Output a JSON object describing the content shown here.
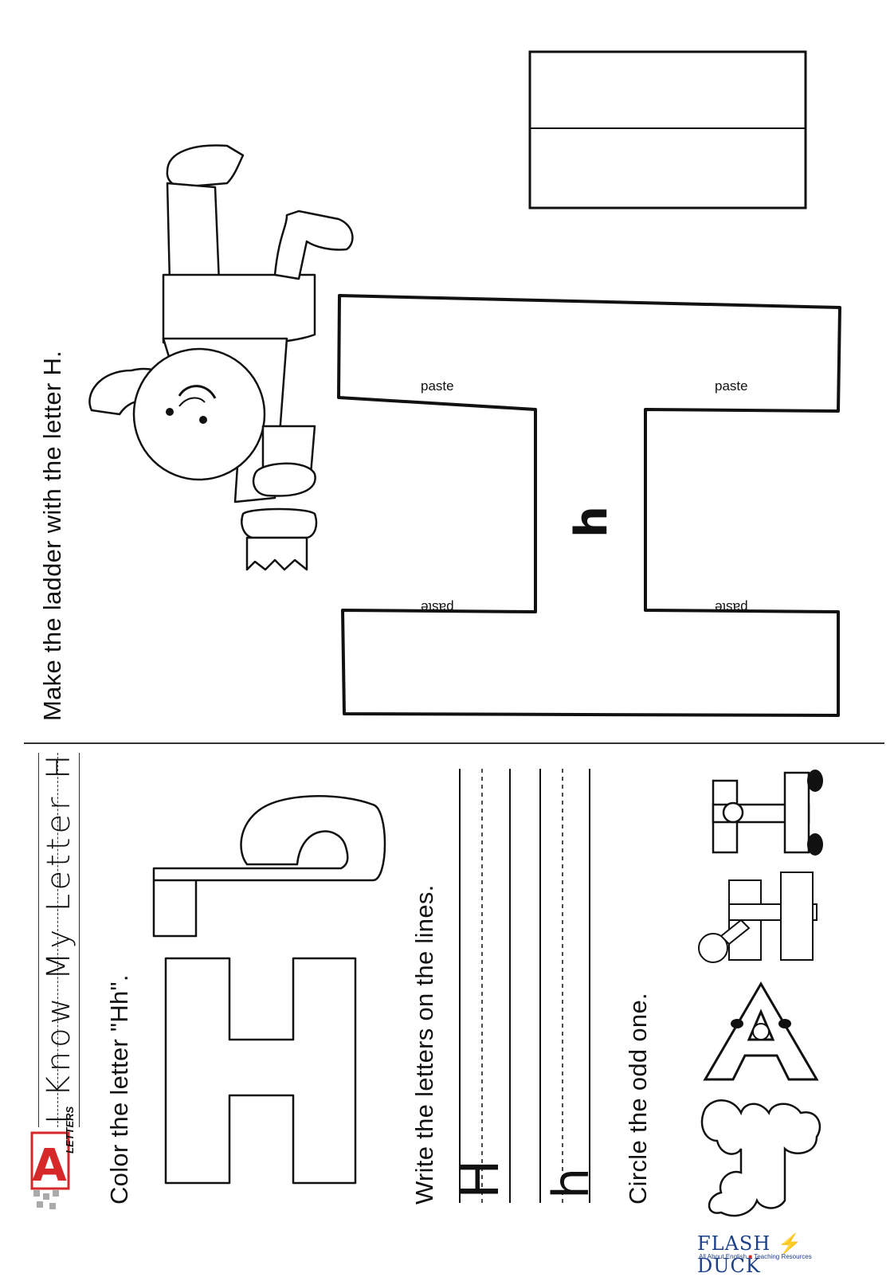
{
  "top_section": {
    "instruction": "Make the ladder with the letter H.",
    "instruction_prefix": "Make the ladder with the letter ",
    "instruction_bold": "H.",
    "center_letter": "h",
    "paste_labels": [
      "paste",
      "paste",
      "paste",
      "paste"
    ]
  },
  "bottom_section": {
    "title": "I Know My Letter H",
    "logo_text": "LETTERS",
    "color_instruction": "Color the letter \"Hh\".",
    "outline_letters": "Hh",
    "write_instruction": "Write the letters on the lines.",
    "trace_upper": "H",
    "trace_lower": "h",
    "circle_instruction": "Circle the odd one.",
    "brand": {
      "name_left": "FLASH",
      "name_right": "DUCK",
      "tagline_left": "All About English",
      "tagline_right": "Teaching Resources"
    }
  },
  "colors": {
    "ink": "#111111",
    "accent_red": "#d62828",
    "brand_blue": "#1c3f8a"
  }
}
